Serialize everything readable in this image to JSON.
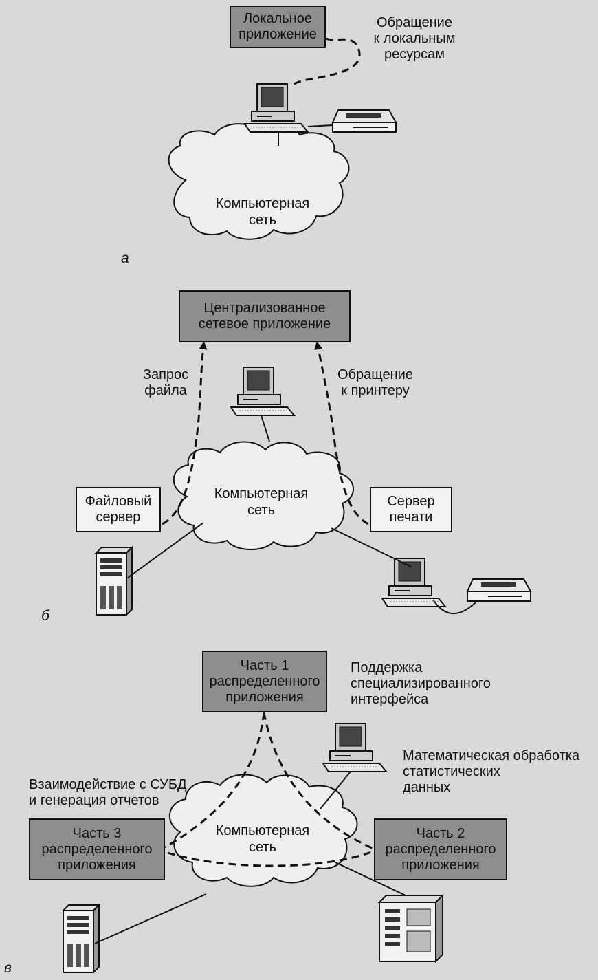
{
  "panels": {
    "a": {
      "marker": "а",
      "app_box": [
        "Локальное",
        "приложение"
      ],
      "access_label": [
        "Обращение",
        "к локальным",
        "ресурсам"
      ],
      "cloud_label": [
        "Компьютерная",
        "сеть"
      ]
    },
    "b": {
      "marker": "б",
      "central_box": [
        "Централизованное",
        "сетевое приложение"
      ],
      "file_request_label": [
        "Запрос",
        "файла"
      ],
      "printer_access_label": [
        "Обращение",
        "к принтеру"
      ],
      "cloud_label": [
        "Компьютерная",
        "сеть"
      ],
      "file_server_box": [
        "Файловый",
        "сервер"
      ],
      "print_server_box": [
        "Сервер",
        "печати"
      ]
    },
    "c": {
      "marker": "в",
      "part1_box": [
        "Часть 1",
        "распределенного",
        "приложения"
      ],
      "part1_note": [
        "Поддержка",
        "специализированного",
        "интерфейса"
      ],
      "math_note": [
        "Математическая обработка",
        "статистических",
        "данных"
      ],
      "dbms_note": [
        "Взаимодействие с СУБД",
        "и генерация отчетов"
      ],
      "part3_box": [
        "Часть 3",
        "распределенного",
        "приложения"
      ],
      "part2_box": [
        "Часть 2",
        "распределенного",
        "приложения"
      ],
      "cloud_label": [
        "Компьютерная",
        "сеть"
      ]
    }
  },
  "colors": {
    "background": "#d9d9d9",
    "dark_box": "#8e8e8e",
    "light_box": "#f2f2f2",
    "ink": "#111111"
  },
  "icons": [
    "computer-icon",
    "printer-icon",
    "server-icon",
    "cloud-shape",
    "arrow-icon"
  ]
}
